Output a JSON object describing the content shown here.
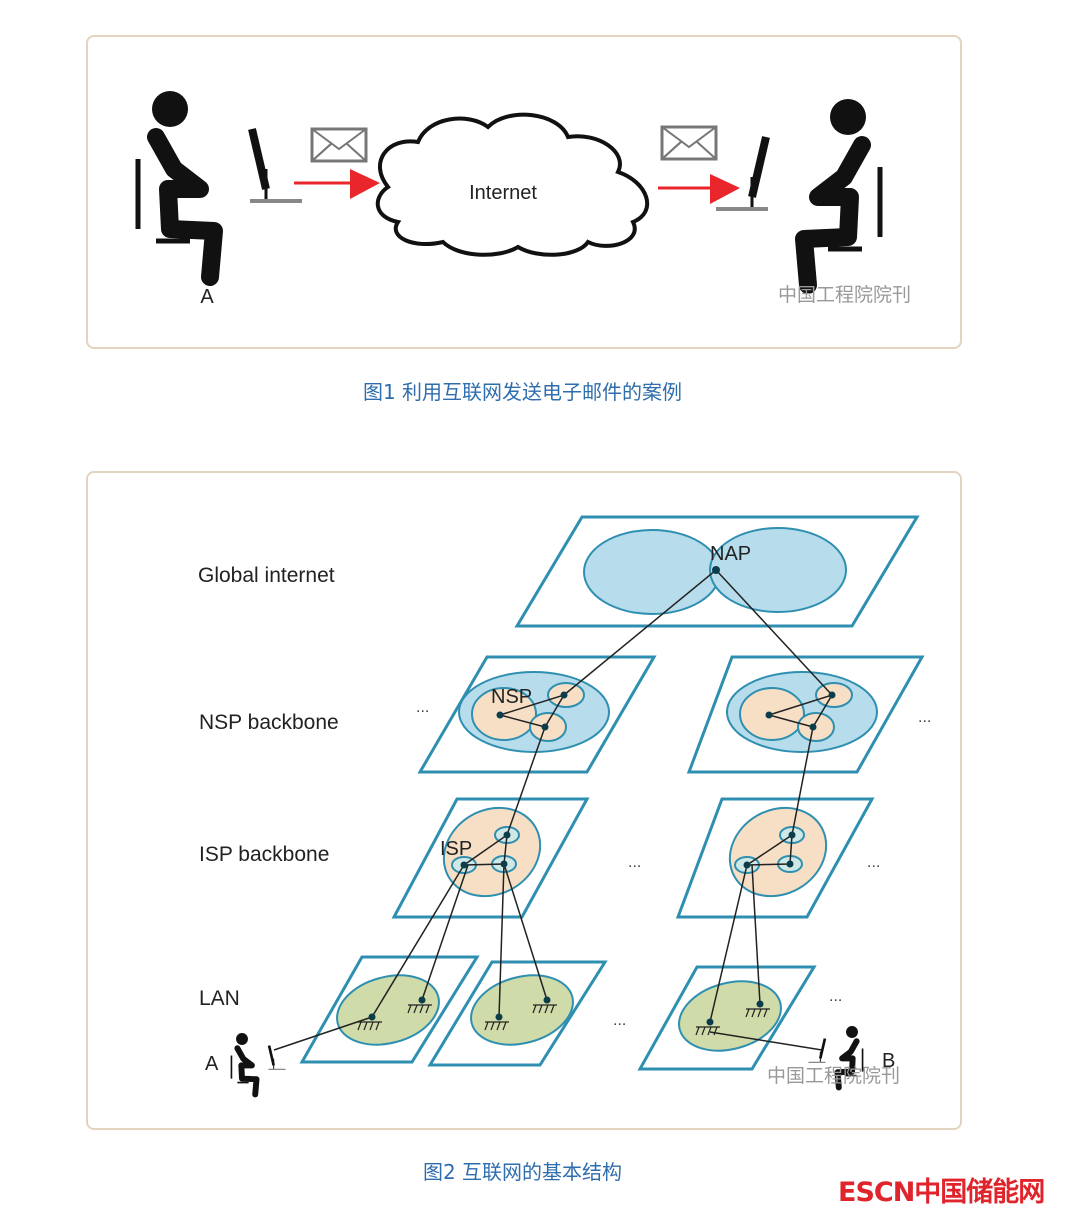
{
  "figure1": {
    "cloud_label": "Internet",
    "person_a_label": "A",
    "watermark": "中国工程院院刊",
    "caption": "图1 利用互联网发送电子邮件的案例",
    "arrow_color": "#e8262b"
  },
  "figure2": {
    "layers": [
      "Global internet",
      "NSP backbone",
      "ISP backbone",
      "LAN"
    ],
    "node_labels": {
      "nap": "NAP",
      "nsp": "NSP",
      "isp": "ISP"
    },
    "person_a_label": "A",
    "person_b_label": "B",
    "ellipsis": "...",
    "watermark": "中国工程院院刊",
    "caption": "图2 互联网的基本结构",
    "colors": {
      "plane_border": "#2f8fb0",
      "global": "#b7dcec",
      "nsp_outer": "#b7dcec",
      "nsp_inner": "#f6dfc4",
      "isp": "#f6dfc4",
      "lan": "#cfdcaa"
    }
  },
  "logo": "ESCN中国储能网"
}
